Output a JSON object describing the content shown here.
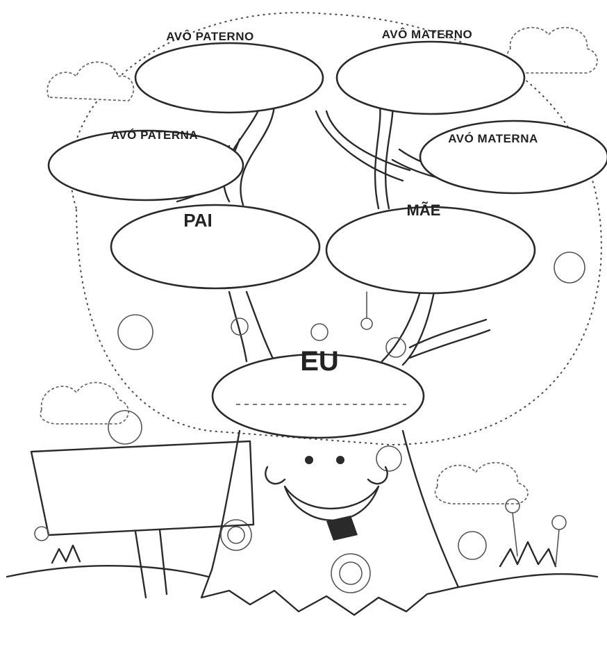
{
  "tree": {
    "avo_paterno": "AVÔ PATERNO",
    "avo_materno": "AVÔ MATERNO",
    "avo_paterna": "AVÓ PATERNA",
    "avo_materna": "AVÓ MATERNA",
    "pai": "PAI",
    "mae": "MÃE",
    "eu": "EU"
  },
  "colors": {
    "ink": "#2a2a2a",
    "paper": "#ffffff"
  }
}
